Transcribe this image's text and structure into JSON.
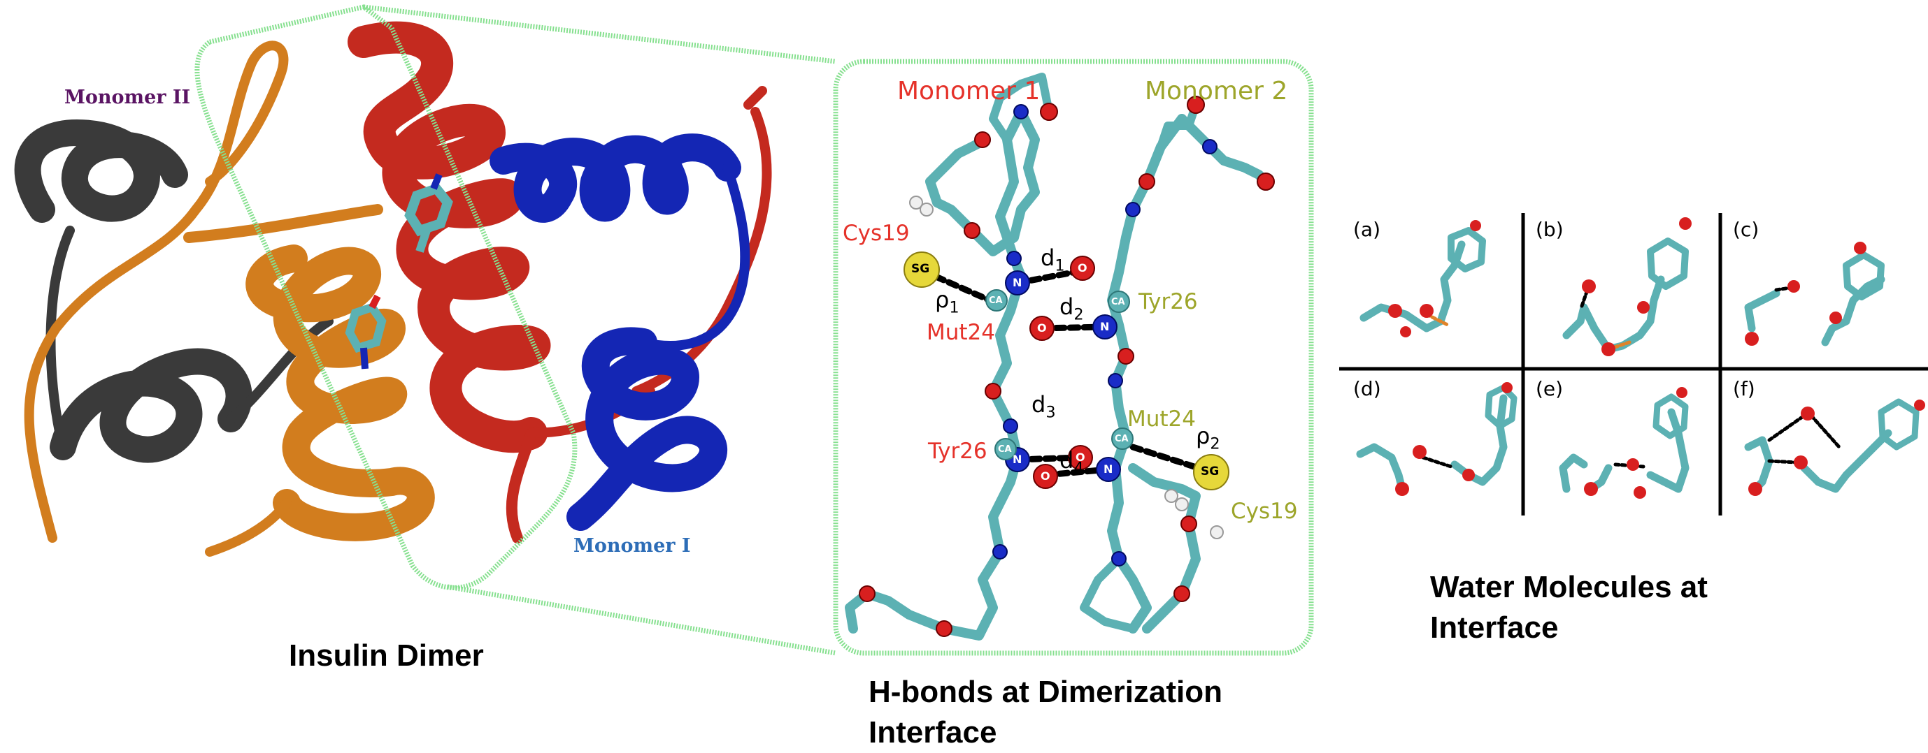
{
  "colors": {
    "monomer_ii_label": "#5a1463",
    "monomer_i_label": "#2d6db7",
    "monomer1": "#e5322a",
    "monomer2": "#9da52a",
    "frame": "#86e08f",
    "ribbon_gray": "#3a3a3a",
    "ribbon_orange": "#d27d1e",
    "ribbon_red": "#c42a1f",
    "ribbon_blue": "#1426b4",
    "carbon": "#5cb1b3",
    "oxygen": "#d81f1f",
    "nitrogen": "#1a2cc7",
    "sulfur": "#e6d83a"
  },
  "left_panel": {
    "monomer_ii": "Monomer II",
    "monomer_i": "Monomer I",
    "caption": "Insulin Dimer"
  },
  "center_panel": {
    "header_1": "Monomer 1",
    "header_2": "Monomer 2",
    "residues": {
      "cys19_left": "Cys19",
      "mut24_left": "Mut24",
      "tyr26_left": "Tyr26",
      "tyr26_right": "Tyr26",
      "mut24_right": "Mut24",
      "cys19_right": "Cys19"
    },
    "atoms": {
      "sg": "SG",
      "ca": "CA",
      "n": "N",
      "o": "O"
    },
    "distances": {
      "d1": "d",
      "d1_sub": "1",
      "d2": "d",
      "d2_sub": "2",
      "d3": "d",
      "d3_sub": "3",
      "d4": "d",
      "d4_sub": "4",
      "rho1": "ρ",
      "rho1_sub": "1",
      "rho2": "ρ",
      "rho2_sub": "2"
    },
    "caption_line1": "H-bonds at Dimerization",
    "caption_line2": "Interface"
  },
  "right_panel": {
    "panels": [
      "(a)",
      "(b)",
      "(c)",
      "(d)",
      "(e)",
      "(f)"
    ],
    "caption_line1": "Water Molecules at",
    "caption_line2": "Interface"
  }
}
